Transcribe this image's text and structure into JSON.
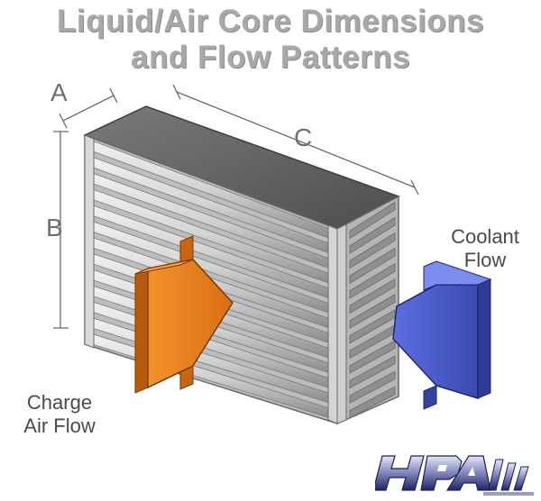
{
  "title": {
    "line1": "Liquid/Air Core Dimensions",
    "line2": "and Flow Patterns"
  },
  "dimensions": {
    "a": "A",
    "b": "B",
    "c": "C"
  },
  "labels": {
    "coolant_line1": "Coolant",
    "coolant_line2": "Flow",
    "charge_line1": "Charge",
    "charge_line2": "Air Flow"
  },
  "colors": {
    "title": "#a8a8a8",
    "core_body": "#c7c7c7",
    "core_top": "#5e5e5e",
    "charge_arrow": "#e8801c",
    "coolant_arrow": "#4a5bc8"
  },
  "logo": {
    "text": "HPA"
  }
}
